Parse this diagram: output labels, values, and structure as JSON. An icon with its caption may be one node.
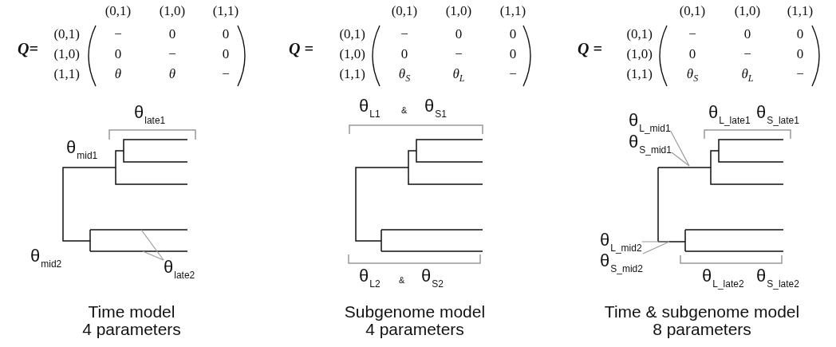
{
  "diagram": {
    "nodes": [
      {
        "text": [
          "θ$_{late2}$"
        ]
      },
      {
        "text": [
          "θ$_{L_mid1}$"
        ]
      },
      {
        "text": [
          "θ$_{S_mid1}$"
        ]
      },
      {
        "text": [
          "θ$_{L_mid2}$"
        ]
      },
      {
        "text": [
          "θ$_{S_mid2}$"
        ]
      },
      {
        "text": [],
        "shape": "line"
      },
      {
        "text": [],
        "shape": "line"
      },
      {
        "text": [],
        "shape": "line"
      },
      {
        "text": [],
        "shape": "line"
      }
    ],
    "edges": [
      {
        "from": 0,
        "to": 5,
        "arrow": "none"
      },
      {
        "from": 0,
        "to": 6,
        "arrow": "none"
      },
      {
        "from": 1,
        "to": 7,
        "arrow": "none"
      },
      {
        "from": 2,
        "to": 7,
        "arrow": "none"
      },
      {
        "from": 3,
        "to": 8,
        "arrow": "none"
      },
      {
        "from": 4,
        "to": 8,
        "arrow": "none"
      }
    ],
    "labels": [
      "Q=",
      "(0,1)",
      "(1,0)",
      "(1,1)",
      "(0,1)",
      "−",
      "0",
      "0",
      "(1,0)",
      "0",
      "−",
      "0",
      "(1,1)",
      "*θ*",
      "*θ*",
      "−",
      "θ$_{late1}$",
      "θ$_{mid1}$",
      "θ$_{mid2}$",
      "Time model",
      "4 parameters",
      "Q =",
      "(0,1)",
      "(1,0)",
      "(1,1)",
      "(0,1)",
      "−",
      "0",
      "0",
      "(1,0)",
      "0",
      "−",
      "0",
      "(1,1)",
      "*θ*$_{S}$",
      "*θ*$_{L}$",
      "−",
      "θ$_{L1}$",
      "&",
      "θ$_{S1}$",
      "θ$_{L2}$",
      "&",
      "θ$_{S2}$",
      "Subgenome model",
      "4 parameters",
      "Q =",
      "(0,1)",
      "(1,0)",
      "(1,1)",
      "(0,1)",
      "−",
      "0",
      "0",
      "(1,0)",
      "0",
      "−",
      "0",
      "(1,1)",
      "*θ*$_{S}$",
      "*θ*$_{L}$",
      "−",
      "θ$_{L_late1}$",
      "θ$_{S_late1}$",
      "θ$_{L_late2}$",
      "θ$_{S_late2}$",
      "Time & subgenome model",
      "8 parameters"
    ]
  }
}
